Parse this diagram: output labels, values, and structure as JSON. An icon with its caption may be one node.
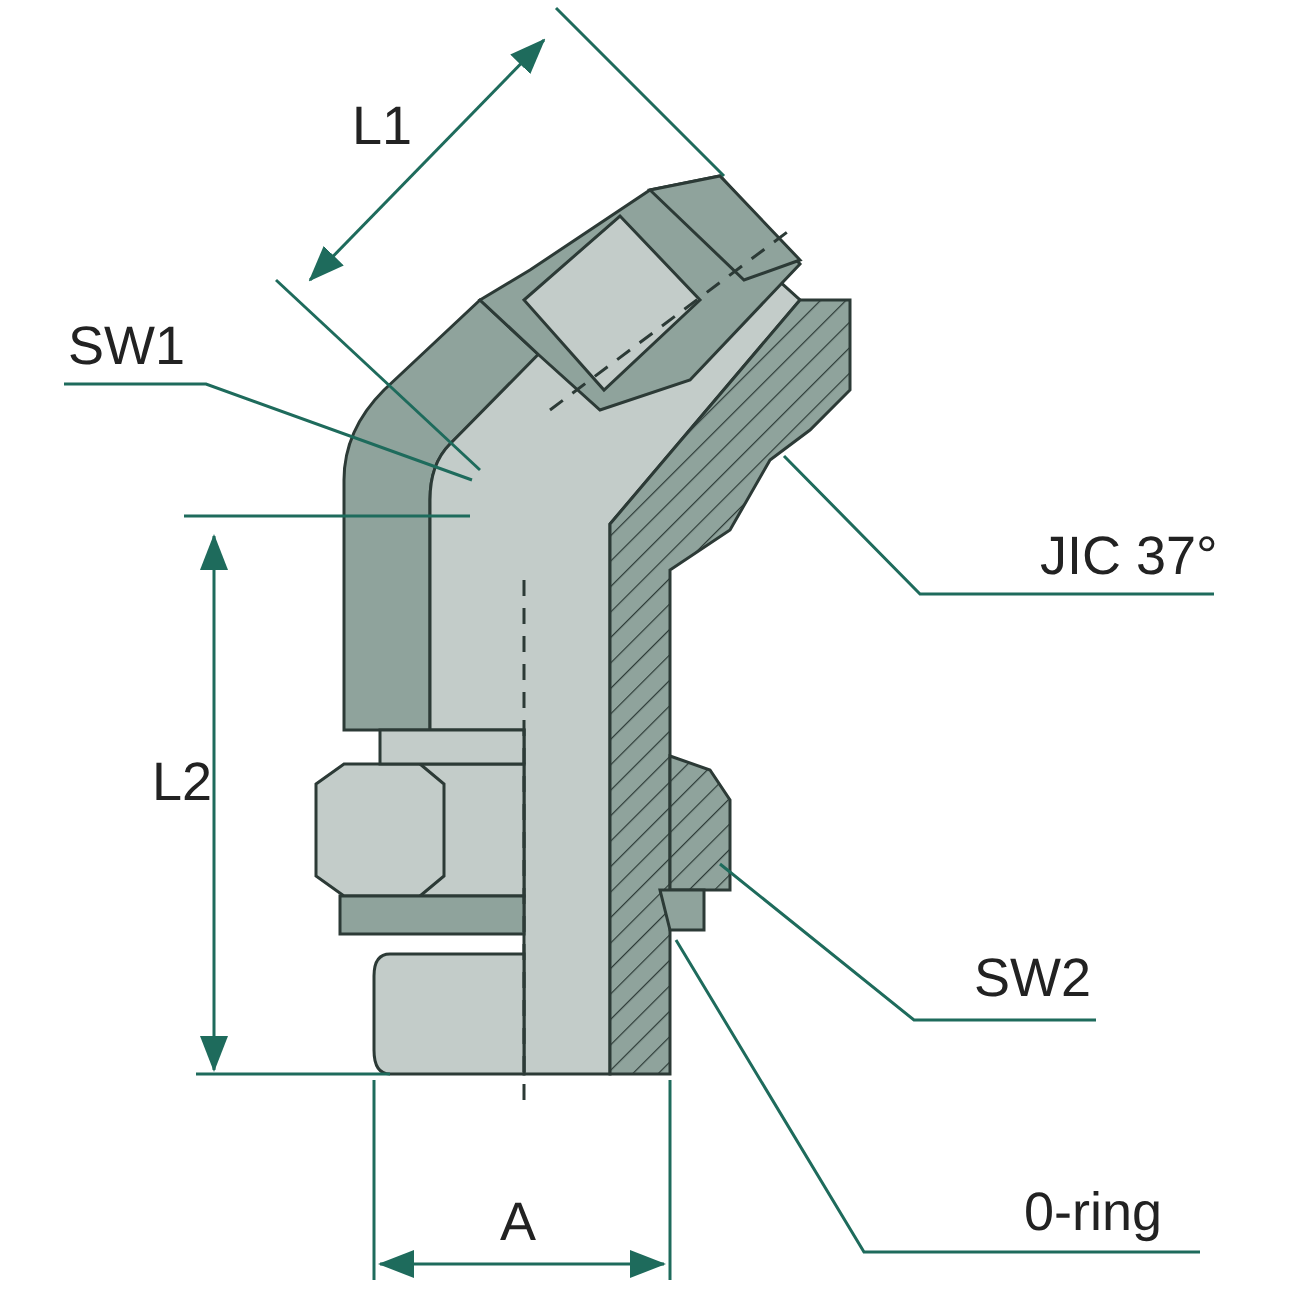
{
  "diagram": {
    "nodes": [
      {
        "text": [
          "SW1"
        ]
      },
      {
        "text": [
          "JIC 37°"
        ]
      },
      {
        "text": [
          "SW2"
        ]
      },
      {
        "text": [
          "0-ring"
        ]
      }
    ],
    "edges": [
      {
        "from": 0,
        "to": null,
        "arrow": "none"
      },
      {
        "from": 1,
        "to": null,
        "arrow": "none"
      },
      {
        "from": 2,
        "to": null,
        "arrow": "none"
      },
      {
        "from": 3,
        "to": null,
        "arrow": "none"
      }
    ],
    "labels": [
      "L1",
      "L2",
      "A"
    ]
  }
}
